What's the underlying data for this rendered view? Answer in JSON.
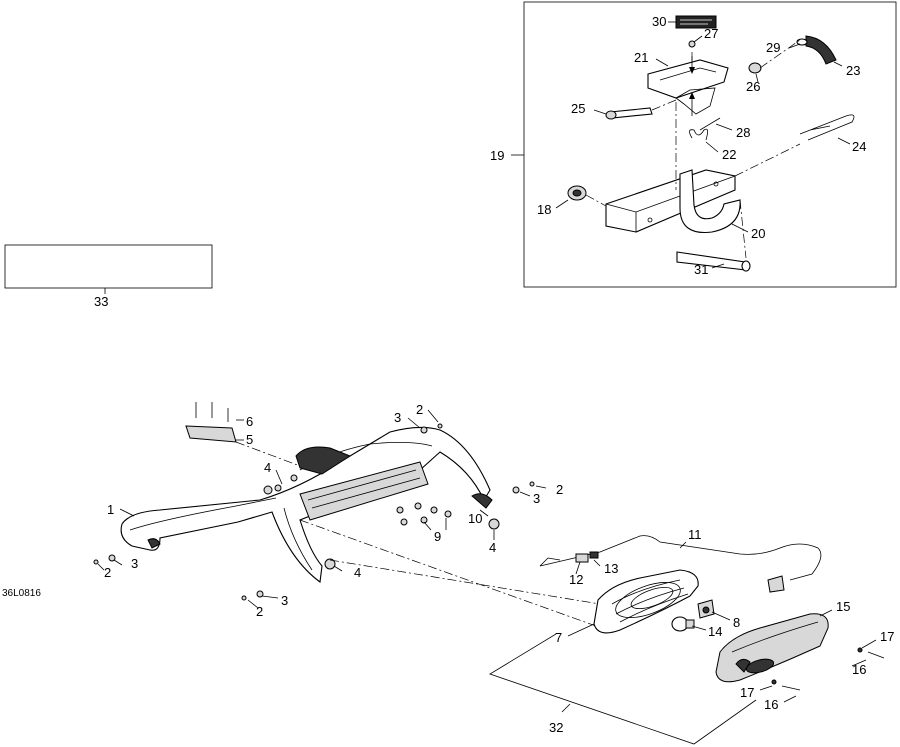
{
  "drawing_ref": "36L0816",
  "labels": {
    "p1": "1",
    "p2a": "2",
    "p2b": "2",
    "p2c": "2",
    "p2d": "2",
    "p3a": "3",
    "p3b": "3",
    "p3c": "3",
    "p3d": "3",
    "p4a": "4",
    "p4b": "4",
    "p4c": "4",
    "p5": "5",
    "p6": "6",
    "p7": "7",
    "p8": "8",
    "p9": "9",
    "p10": "10",
    "p11": "11",
    "p12": "12",
    "p13": "13",
    "p14": "14",
    "p15": "15",
    "p16a": "16",
    "p16b": "16",
    "p17a": "17",
    "p17b": "17",
    "p18": "18",
    "p19": "19",
    "p20": "20",
    "p21": "21",
    "p22": "22",
    "p23": "23",
    "p24": "24",
    "p25": "25",
    "p26": "26",
    "p27": "27",
    "p28": "28",
    "p29": "29",
    "p30": "30",
    "p31": "31",
    "p32": "32",
    "p33": "33"
  }
}
